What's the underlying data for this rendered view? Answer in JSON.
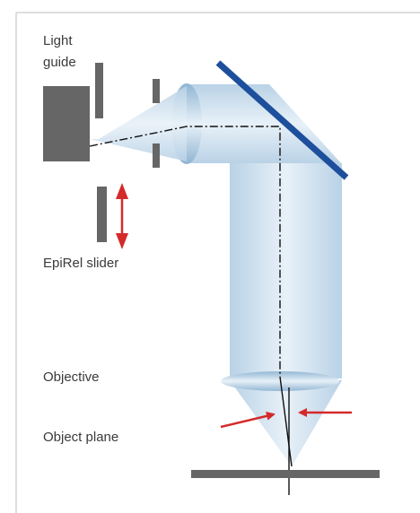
{
  "labels": {
    "light_guide_line1": "Light",
    "light_guide_line2": "guide",
    "epirel_slider": "EpiRel slider",
    "objective": "Objective",
    "object_plane": "Object plane"
  },
  "colors": {
    "beam_light": "#e8f1f8",
    "beam_mid": "#b9d2e6",
    "beam_dark": "#8fb4d2",
    "mirror": "#1d4f9c",
    "arrow": "#d42a2a",
    "block": "#666666",
    "optical_axis": "#111111",
    "frame": "#d4d4d4"
  },
  "icons": {
    "mirror": "mirror-icon",
    "movement_arrow": "double-arrow-icon"
  }
}
